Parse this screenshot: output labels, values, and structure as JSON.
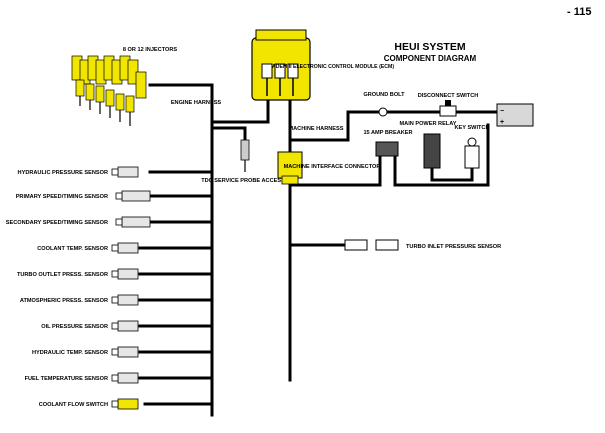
{
  "page_number": "- 115",
  "title": "HEUI SYSTEM",
  "subtitle": "COMPONENT DIAGRAM",
  "labels": {
    "injectors": "8 OR 12 INJECTORS",
    "engine_harness": "ENGINE HARNESS",
    "ecm": "ADEM II ELECTRONIC CONTROL MODULE (ECM)",
    "tdc": "TDC SERVICE PROBE ACCESS",
    "machine_harness": "MACHINE HARNESS",
    "machine_interface": "MACHINE INTERFACE CONNECTOR",
    "ground_bolt": "GROUND BOLT",
    "disconnect_switch": "DISCONNECT SWITCH",
    "breaker": "15 AMP BREAKER",
    "main_relay": "MAIN POWER RELAY",
    "key_switch": "KEY SWITCH",
    "turbo_inlet": "TURBO INLET PRESSURE SENSOR",
    "battery_minus": "−",
    "battery_plus": "+"
  },
  "sensors": [
    {
      "label": "HYDRAULIC PRESSURE SENSOR",
      "icon": "pressure-sensor-icon"
    },
    {
      "label": "PRIMARY SPEED/TIMING SENSOR",
      "icon": "speed-timing-sensor-icon"
    },
    {
      "label": "SECONDARY SPEED/TIMING SENSOR",
      "icon": "speed-timing-sensor-icon"
    },
    {
      "label": "COOLANT TEMP. SENSOR",
      "icon": "temperature-sensor-icon"
    },
    {
      "label": "TURBO  OUTLET PRESS. SENSOR",
      "icon": "pressure-sensor-icon"
    },
    {
      "label": "ATMOSPHERIC PRESS. SENSOR",
      "icon": "pressure-sensor-icon"
    },
    {
      "label": "OIL PRESSURE SENSOR",
      "icon": "pressure-sensor-icon"
    },
    {
      "label": "HYDRAULIC TEMP. SENSOR",
      "icon": "temperature-sensor-icon"
    },
    {
      "label": "FUEL TEMPERATURE SENSOR",
      "icon": "temperature-sensor-icon"
    },
    {
      "label": "COOLANT FLOW SWITCH",
      "icon": "flow-switch-icon"
    }
  ],
  "colors": {
    "ecm": "#f2e600",
    "connector": "#f2e600",
    "injector": "#f2e600",
    "wire": "#000000"
  }
}
